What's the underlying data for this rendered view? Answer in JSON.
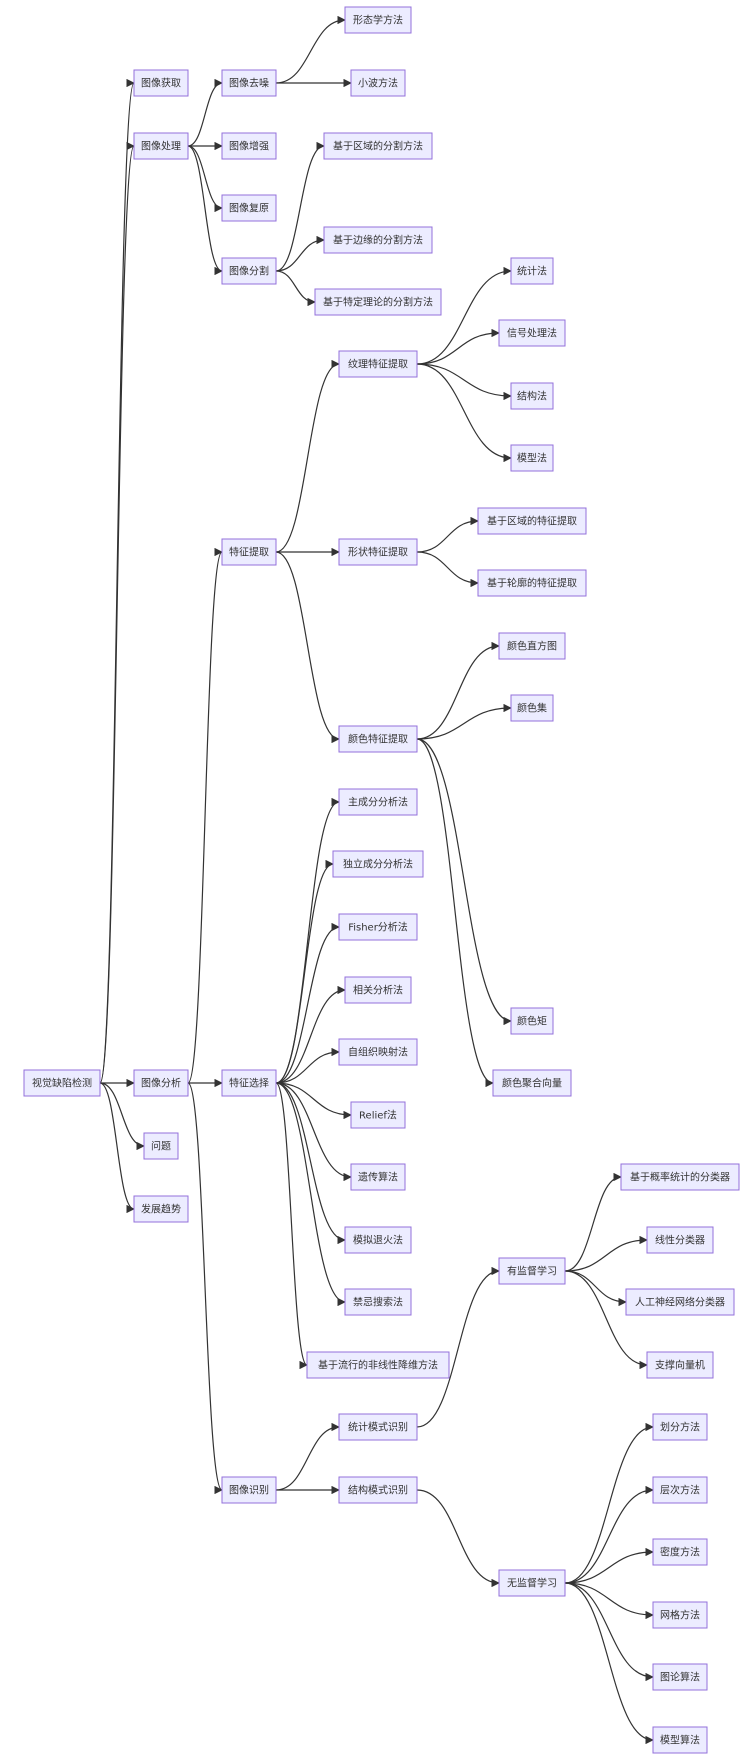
{
  "nodes": {
    "root": "视觉缺陷检测",
    "acq": "图像获取",
    "proc": "图像处理",
    "analysis": "图像分析",
    "problem": "问题",
    "trend": "发展趋势",
    "denoise": "图像去噪",
    "enhance": "图像增强",
    "restore": "图像复原",
    "segment": "图像分割",
    "morph": "形态学方法",
    "wavelet": "小波方法",
    "seg_region": "基于区域的分割方法",
    "seg_edge": "基于边缘的分割方法",
    "seg_theory": "基于特定理论的分割方法",
    "feat_extract": "特征提取",
    "feat_select": "特征选择",
    "recog": "图像识别",
    "texture": "纹理特征提取",
    "shape": "形状特征提取",
    "color": "颜色特征提取",
    "stat": "统计法",
    "signal": "信号处理法",
    "struct": "结构法",
    "model": "模型法",
    "shape_region": "基于区域的特征提取",
    "shape_contour": "基于轮廓的特征提取",
    "color_hist": "颜色直方图",
    "color_set": "颜色集",
    "color_moment": "颜色矩",
    "color_vector": "颜色聚合向量",
    "pca": "主成分分析法",
    "ica": "独立成分分析法",
    "fisher": "Fisher分析法",
    "corr": "相关分析法",
    "som": "自组织映射法",
    "relief": "Relief法",
    "genetic": "遗传算法",
    "anneal": "模拟退火法",
    "tabu": "禁忌搜索法",
    "manifold": "基于流行的非线性降维方法",
    "stat_pattern": "统计模式识别",
    "struct_pattern": "结构模式识别",
    "supervised": "有监督学习",
    "unsupervised": "无监督学习",
    "prob_cls": "基于概率统计的分类器",
    "linear_cls": "线性分类器",
    "ann_cls": "人工神经网络分类器",
    "svm": "支撑向量机",
    "partition": "划分方法",
    "hierarchy": "层次方法",
    "density": "密度方法",
    "grid": "网格方法",
    "graph": "图论算法",
    "model_alg": "模型算法"
  },
  "edges": [
    [
      "root",
      "acq"
    ],
    [
      "root",
      "proc"
    ],
    [
      "root",
      "analysis"
    ],
    [
      "root",
      "problem"
    ],
    [
      "root",
      "trend"
    ],
    [
      "proc",
      "denoise"
    ],
    [
      "proc",
      "enhance"
    ],
    [
      "proc",
      "restore"
    ],
    [
      "proc",
      "segment"
    ],
    [
      "denoise",
      "morph"
    ],
    [
      "denoise",
      "wavelet"
    ],
    [
      "segment",
      "seg_region"
    ],
    [
      "segment",
      "seg_edge"
    ],
    [
      "segment",
      "seg_theory"
    ],
    [
      "analysis",
      "feat_extract"
    ],
    [
      "analysis",
      "feat_select"
    ],
    [
      "analysis",
      "recog"
    ],
    [
      "feat_extract",
      "texture"
    ],
    [
      "feat_extract",
      "shape"
    ],
    [
      "feat_extract",
      "color"
    ],
    [
      "texture",
      "stat"
    ],
    [
      "texture",
      "signal"
    ],
    [
      "texture",
      "struct"
    ],
    [
      "texture",
      "model"
    ],
    [
      "shape",
      "shape_region"
    ],
    [
      "shape",
      "shape_contour"
    ],
    [
      "color",
      "color_hist"
    ],
    [
      "color",
      "color_set"
    ],
    [
      "color",
      "color_moment"
    ],
    [
      "color",
      "color_vector"
    ],
    [
      "feat_select",
      "pca"
    ],
    [
      "feat_select",
      "ica"
    ],
    [
      "feat_select",
      "fisher"
    ],
    [
      "feat_select",
      "corr"
    ],
    [
      "feat_select",
      "som"
    ],
    [
      "feat_select",
      "relief"
    ],
    [
      "feat_select",
      "genetic"
    ],
    [
      "feat_select",
      "anneal"
    ],
    [
      "feat_select",
      "tabu"
    ],
    [
      "feat_select",
      "manifold"
    ],
    [
      "recog",
      "stat_pattern"
    ],
    [
      "recog",
      "struct_pattern"
    ],
    [
      "stat_pattern",
      "supervised"
    ],
    [
      "struct_pattern",
      "unsupervised"
    ],
    [
      "supervised",
      "prob_cls"
    ],
    [
      "supervised",
      "linear_cls"
    ],
    [
      "supervised",
      "ann_cls"
    ],
    [
      "supervised",
      "svm"
    ],
    [
      "unsupervised",
      "partition"
    ],
    [
      "unsupervised",
      "hierarchy"
    ],
    [
      "unsupervised",
      "density"
    ],
    [
      "unsupervised",
      "grid"
    ],
    [
      "unsupervised",
      "graph"
    ],
    [
      "unsupervised",
      "model_alg"
    ]
  ]
}
